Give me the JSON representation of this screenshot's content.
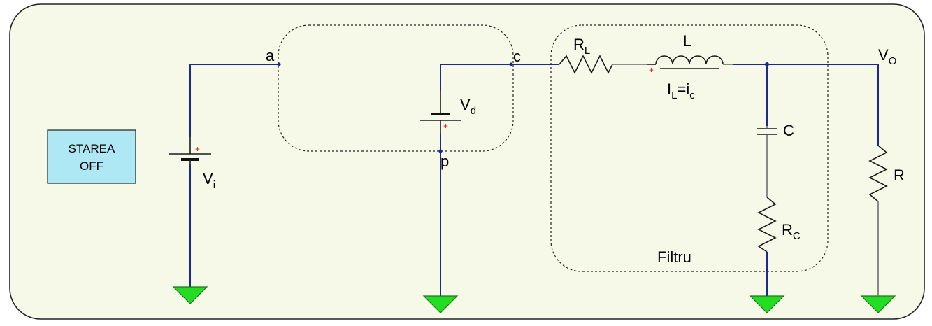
{
  "state_box": {
    "line1": "STAREA",
    "line2": "OFF",
    "fill": "#aee8f5"
  },
  "nodes": {
    "a": "a",
    "c": "c",
    "p": "p"
  },
  "components": {
    "source_vi": {
      "main": "V",
      "sub": "i"
    },
    "source_vd": {
      "main": "V",
      "sub": "d"
    },
    "resistor_rl": {
      "main": "R",
      "sub": "L"
    },
    "inductor_l": {
      "label": "L"
    },
    "current": {
      "l_main": "I",
      "l_sub": "L",
      "eq": "=i",
      "c_sub": "c"
    },
    "capacitor_c": {
      "label": "C"
    },
    "resistor_rc": {
      "main": "R",
      "sub": "C"
    },
    "resistor_r": {
      "label": "R"
    },
    "output": {
      "main": "V",
      "sub": "O"
    }
  },
  "filter_label": "Filtru",
  "polarity_mark": "+",
  "colors": {
    "background": "#f7f9e8",
    "wire": "#1a2b8c",
    "ground": "#22dd22",
    "plus": "#e01010"
  }
}
